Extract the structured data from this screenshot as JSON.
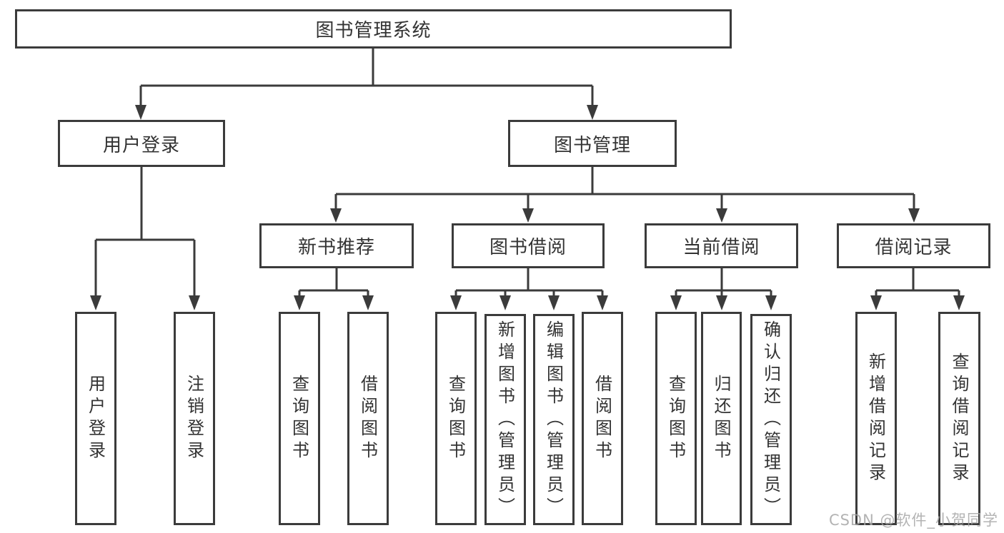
{
  "tree": {
    "root": {
      "label": "图书管理系统"
    },
    "level2": [
      {
        "label": "用户登录",
        "children": [
          {
            "label": "用户登录"
          },
          {
            "label": "注销登录"
          }
        ]
      },
      {
        "label": "图书管理",
        "children": [
          {
            "label": "新书推荐",
            "children": [
              {
                "label": "查询图书"
              },
              {
                "label": "借阅图书"
              }
            ]
          },
          {
            "label": "图书借阅",
            "children": [
              {
                "label": "查询图书"
              },
              {
                "label": "新增图书（管理员）"
              },
              {
                "label": "编辑图书（管理员）"
              },
              {
                "label": "借阅图书"
              }
            ]
          },
          {
            "label": "当前借阅",
            "children": [
              {
                "label": "查询图书"
              },
              {
                "label": "归还图书"
              },
              {
                "label": "确认归还（管理员）"
              }
            ]
          },
          {
            "label": "借阅记录",
            "children": [
              {
                "label": "新增借阅记录"
              },
              {
                "label": "查询借阅记录"
              }
            ]
          }
        ]
      }
    ]
  },
  "watermark": {
    "text": "CSDN @软件_小贺同学"
  },
  "colors": {
    "line": "#3b3b3b",
    "box_border": "#3b3b3b",
    "box_fill": "#ffffff",
    "text": "#333333",
    "watermark": "#a6a6a6"
  }
}
